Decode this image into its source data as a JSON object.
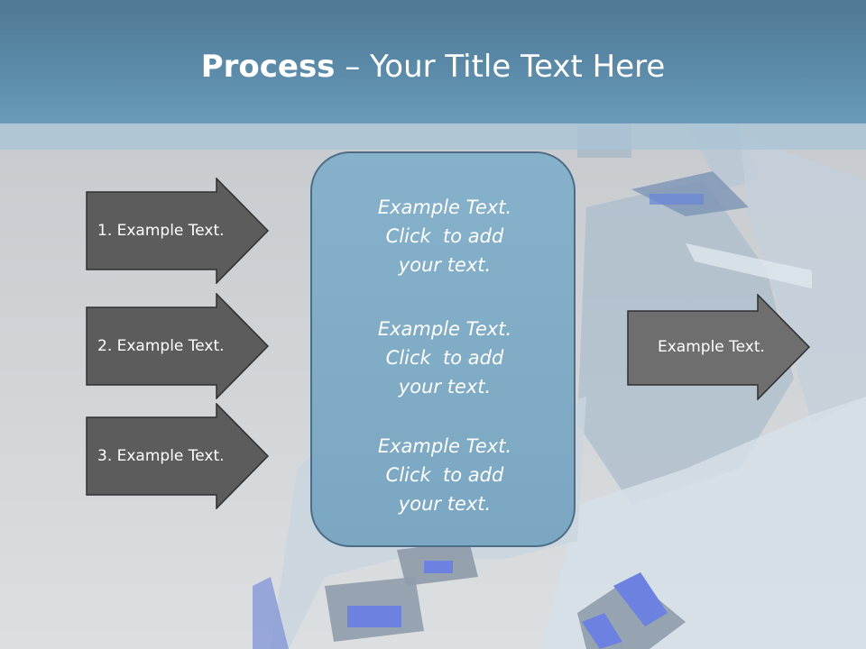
{
  "title": {
    "bold": "Process",
    "rest": " – Your Title Text Here"
  },
  "arrows_left": [
    {
      "label": "1. Example Text."
    },
    {
      "label": "2. Example Text."
    },
    {
      "label": "3. Example Text."
    }
  ],
  "center_box": {
    "blocks": [
      {
        "line1": "Example Text.",
        "line2": "Click  to add",
        "line3": "your text."
      },
      {
        "line1": "Example Text.",
        "line2": "Click  to add",
        "line3": "your text."
      },
      {
        "line1": "Example Text.",
        "line2": "Click  to add",
        "line3": "your text."
      }
    ]
  },
  "arrow_right": {
    "label": "Example Text."
  },
  "colors": {
    "title_bar": "#5a8aa8",
    "arrow_fill": "#5c5c5c",
    "box_fill": "#7ba7c2"
  }
}
